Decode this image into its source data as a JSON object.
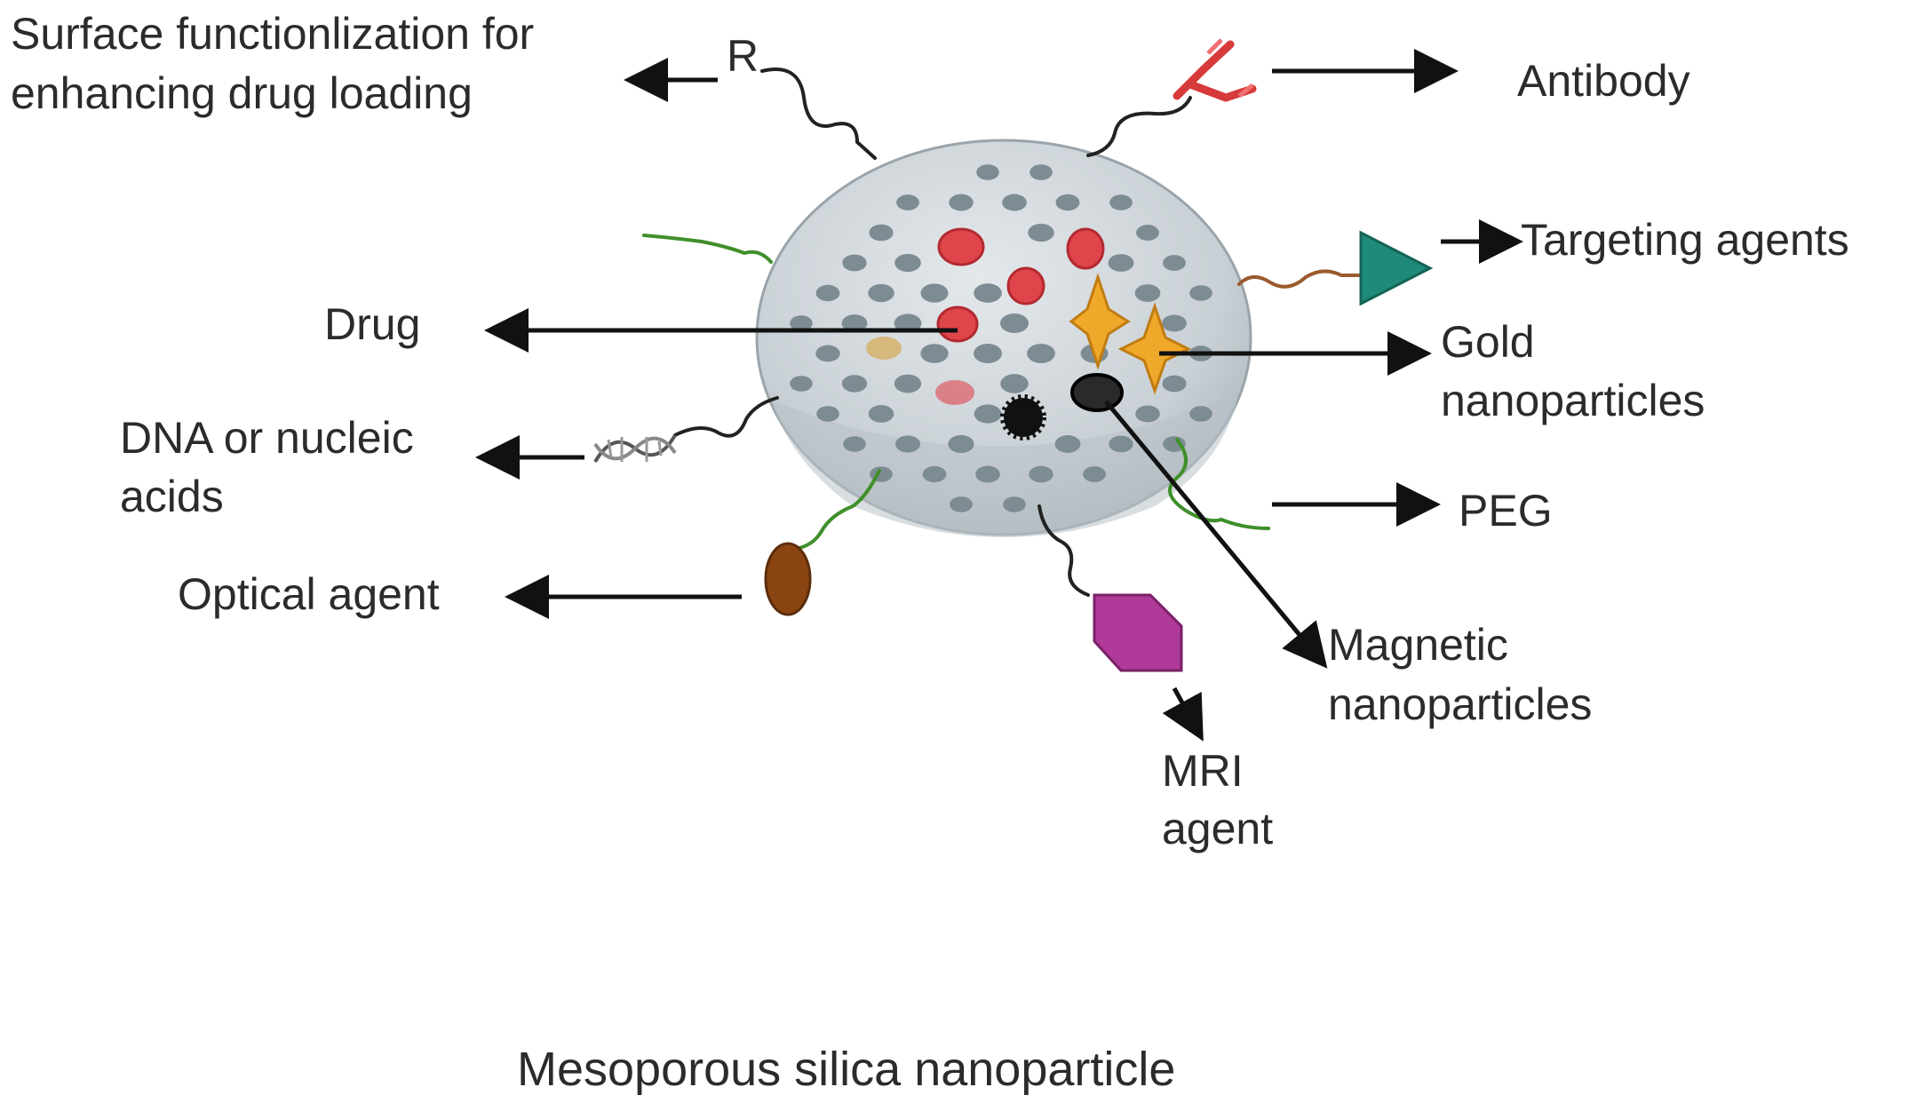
{
  "diagram": {
    "caption": "Mesoporous silica nanoparticle",
    "labels": {
      "surface_line1": "Surface functionlization for",
      "surface_line2": "enhancing drug loading",
      "r_group": "R",
      "antibody": "Antibody",
      "targeting": "Targeting agents",
      "drug": "Drug",
      "gold_line1": "Gold",
      "gold_line2": "nanoparticles",
      "dna_line1": "DNA or nucleic",
      "dna_line2": "acids",
      "peg": "PEG",
      "optical": "Optical agent",
      "magnetic_line1": "Magnetic",
      "magnetic_line2": "nanoparticles",
      "mri_line1": "MRI",
      "mri_line2": "agent"
    },
    "colors": {
      "particle_fill": "#c9d0d5",
      "particle_shade": "#b3bcc2",
      "pore": "#7d8b93",
      "drug": "#e0454c",
      "gold": "#f0a82a",
      "targeting": "#1f8a78",
      "optical": "#8b4513",
      "mri": "#b03a9a",
      "magnetic": "#222222",
      "antibody": "#d63a3a"
    }
  }
}
